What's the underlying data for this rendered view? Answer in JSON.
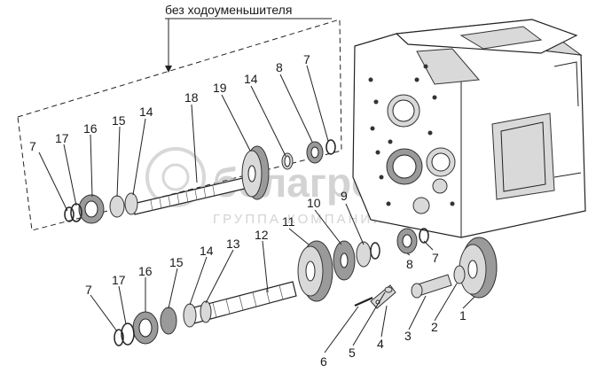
{
  "title": "без ходоуменьшителя",
  "watermark": {
    "brand": "белагро",
    "sub": "ГРУППА КОМПАНИЙ"
  },
  "labels": {
    "top_7": "7",
    "top_17": "17",
    "top_16": "16",
    "top_15": "15",
    "top_14a": "14",
    "top_18": "18",
    "top_19": "19",
    "top_14b": "14",
    "top_8": "8",
    "top_7b": "7",
    "mid_9": "9",
    "mid_10": "10",
    "mid_11": "11",
    "mid_8": "8",
    "mid_7": "7",
    "bot_12": "12",
    "bot_13": "13",
    "bot_14": "14",
    "bot_15": "15",
    "bot_16": "16",
    "bot_17": "17",
    "bot_7": "7",
    "part_1": "1",
    "part_2": "2",
    "part_3": "3",
    "part_4": "4",
    "part_5": "5",
    "part_6": "6"
  },
  "colors": {
    "line": "#222222",
    "fill_light": "#d9d9d9",
    "fill_dark": "#9a9a9a",
    "watermark": "#c9c9c9"
  }
}
